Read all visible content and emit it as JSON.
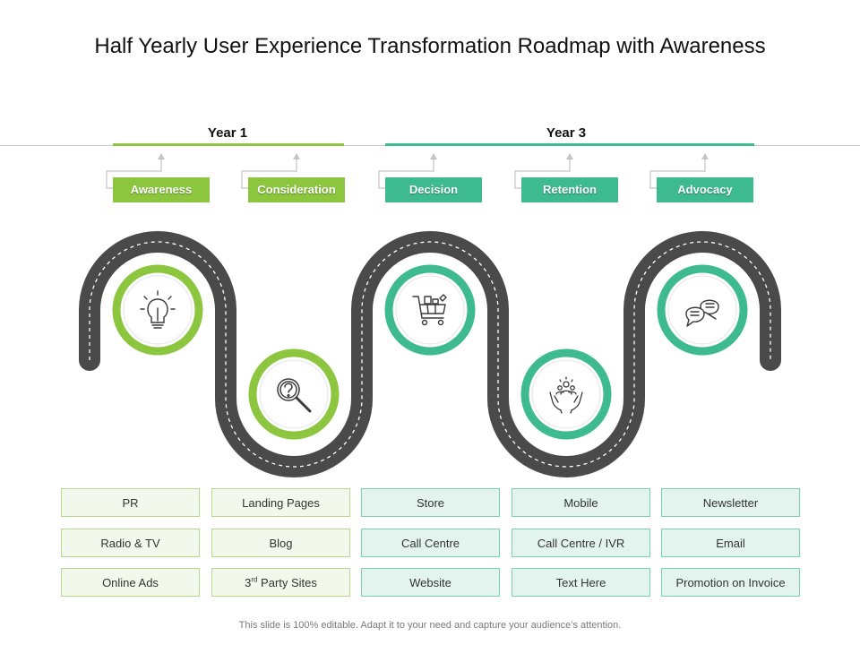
{
  "title": "Half Yearly User Experience Transformation Roadmap with Awareness",
  "years": [
    {
      "label": "Year 1"
    },
    {
      "label": "Year 3"
    }
  ],
  "stages": [
    {
      "label": "Awareness",
      "icon": "lightbulb-icon"
    },
    {
      "label": "Consideration",
      "icon": "magnifier-question-icon"
    },
    {
      "label": "Decision",
      "icon": "shopping-cart-icon"
    },
    {
      "label": "Retention",
      "icon": "hands-people-icon"
    },
    {
      "label": "Advocacy",
      "icon": "chat-bubbles-icon"
    }
  ],
  "columns": [
    {
      "items": [
        "PR",
        "Radio & TV",
        "Online Ads"
      ]
    },
    {
      "items": [
        "Landing Pages",
        "Blog",
        "3rd Party Sites"
      ]
    },
    {
      "items": [
        "Store",
        "Call Centre",
        "Website"
      ]
    },
    {
      "items": [
        "Mobile",
        "Call Centre / IVR",
        "Text Here"
      ]
    },
    {
      "items": [
        "Newsletter",
        "Email",
        "Promotion on Invoice"
      ]
    }
  ],
  "colors": {
    "green": "#8cc63f",
    "teal": "#3dba8f",
    "road": "#4a4a4a"
  },
  "footer": "This slide is 100% editable. Adapt it to your need and capture your audience’s attention."
}
